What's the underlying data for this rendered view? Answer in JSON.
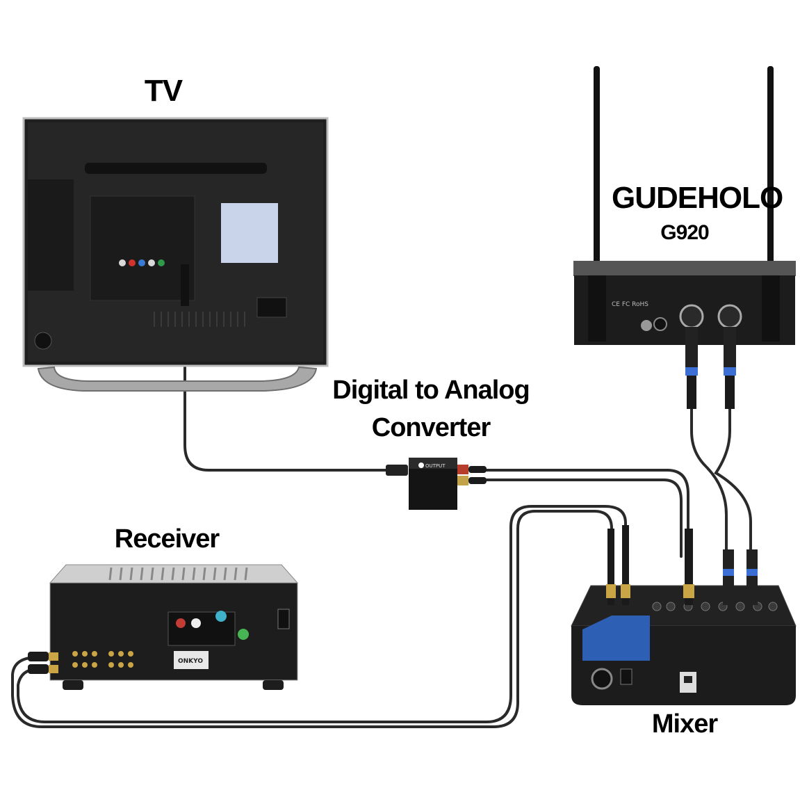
{
  "labels": {
    "tv": "TV",
    "mic_brand": "GUDEHOLO",
    "mic_model": "G920",
    "converter_line1": "Digital to Analog",
    "converter_line2": "Converter",
    "receiver": "Receiver",
    "mixer": "Mixer"
  },
  "device_text": {
    "tv_compliance": "CE FC RoHS",
    "receiver_brand": "ONKYO",
    "converter_logo": "OUTPUT"
  },
  "colors": {
    "cable": "#2a2a2a",
    "device_dark": "#1e1e1e",
    "tv_panel": "#c9d3ea",
    "mixer_blue": "#2d5fb5",
    "xlr_ring": "#3b6fd4",
    "silver": "#cfcfcf"
  }
}
